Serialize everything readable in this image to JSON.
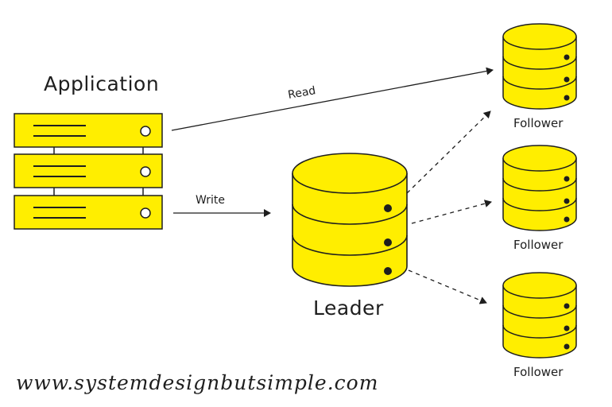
{
  "colors": {
    "fill": "#ffee00",
    "stroke": "#1e1e1e",
    "background": "#ffffff"
  },
  "application": {
    "label": "Application",
    "server_units": 3
  },
  "edges": {
    "read_label": "Read",
    "write_label": "Write"
  },
  "leader": {
    "label": "Leader"
  },
  "followers": [
    {
      "label": "Follower"
    },
    {
      "label": "Follower"
    },
    {
      "label": "Follower"
    }
  ],
  "footer": {
    "url": "www.systemdesignbutsimple.com"
  }
}
